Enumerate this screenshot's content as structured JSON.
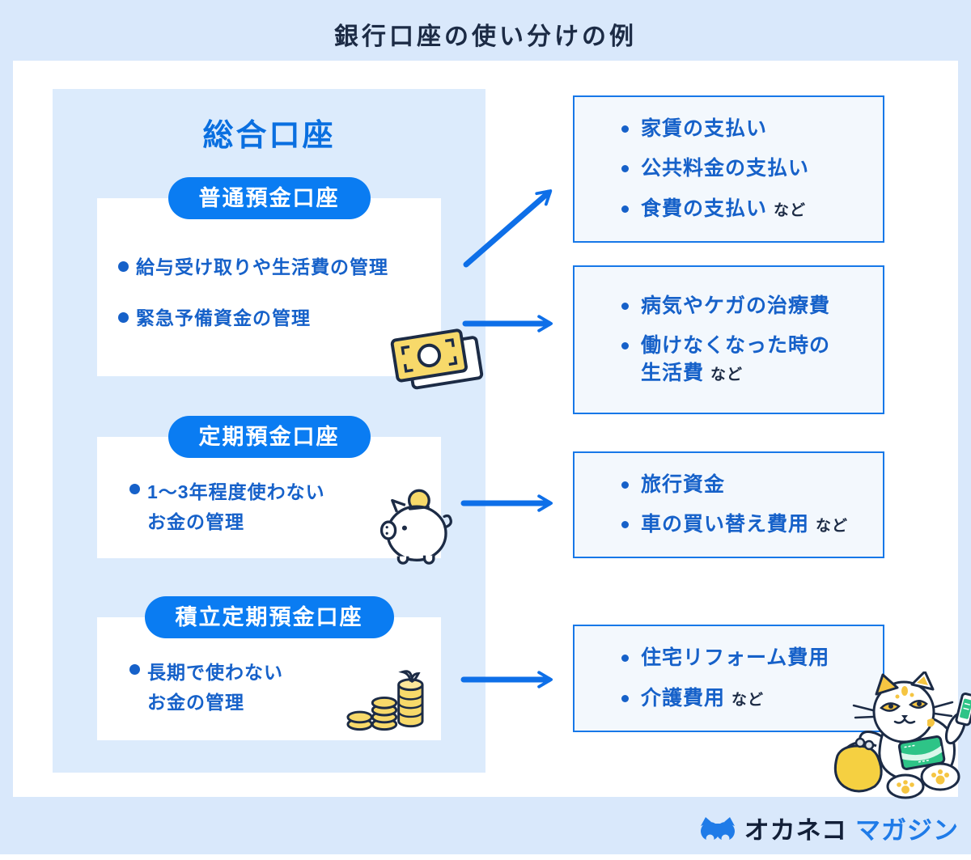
{
  "page": {
    "title": "銀行口座の使い分けの例"
  },
  "panel": {
    "title": "総合口座",
    "sections": [
      {
        "pill": "普通預金口座",
        "bullets": [
          "給与受け取りや生活費の管理",
          "緊急予備資金の管理"
        ],
        "icon": "money-bill-icon"
      },
      {
        "pill": "定期預金口座",
        "bullet_line1": "1〜3年程度使わない",
        "bullet_line2": "お金の管理",
        "icon": "piggy-bank-icon"
      },
      {
        "pill": "積立定期預金口座",
        "bullet_line1": "長期で使わない",
        "bullet_line2": "お金の管理",
        "icon": "coin-stack-icon"
      }
    ]
  },
  "result_boxes": [
    {
      "items": [
        {
          "text": "家賃の支払い",
          "suffix": ""
        },
        {
          "text": "公共料金の支払い",
          "suffix": ""
        },
        {
          "text": "食費の支払い",
          "suffix": "など"
        }
      ]
    },
    {
      "items": [
        {
          "text": "病気やケガの治療費",
          "suffix": ""
        },
        {
          "text": "働けなくなった時の",
          "line2": "生活費",
          "suffix": "など"
        }
      ]
    },
    {
      "items": [
        {
          "text": "旅行資金",
          "suffix": ""
        },
        {
          "text": "車の買い替え費用",
          "suffix": "など"
        }
      ]
    },
    {
      "items": [
        {
          "text": "住宅リフォーム費用",
          "suffix": ""
        },
        {
          "text": "介護費用",
          "suffix": "など"
        }
      ]
    }
  ],
  "footer": {
    "brand_main": "オカネコ",
    "brand_sub": "マガジン"
  },
  "colors": {
    "page_bg": "#d9e8fb",
    "panel_bg": "#dcebfc",
    "pill_blue": "#0a7cf2",
    "heading_blue": "#0a6fe0",
    "text_blue": "#1661c9",
    "arrow_blue": "#0e6fe8",
    "box_border": "#1778e8",
    "box_bg": "#f3f8fd",
    "dark_navy": "#1c2b45",
    "accent_yellow": "#f7d96a",
    "logo_blue": "#1f7be8",
    "passbook_green": "#2ec487"
  }
}
